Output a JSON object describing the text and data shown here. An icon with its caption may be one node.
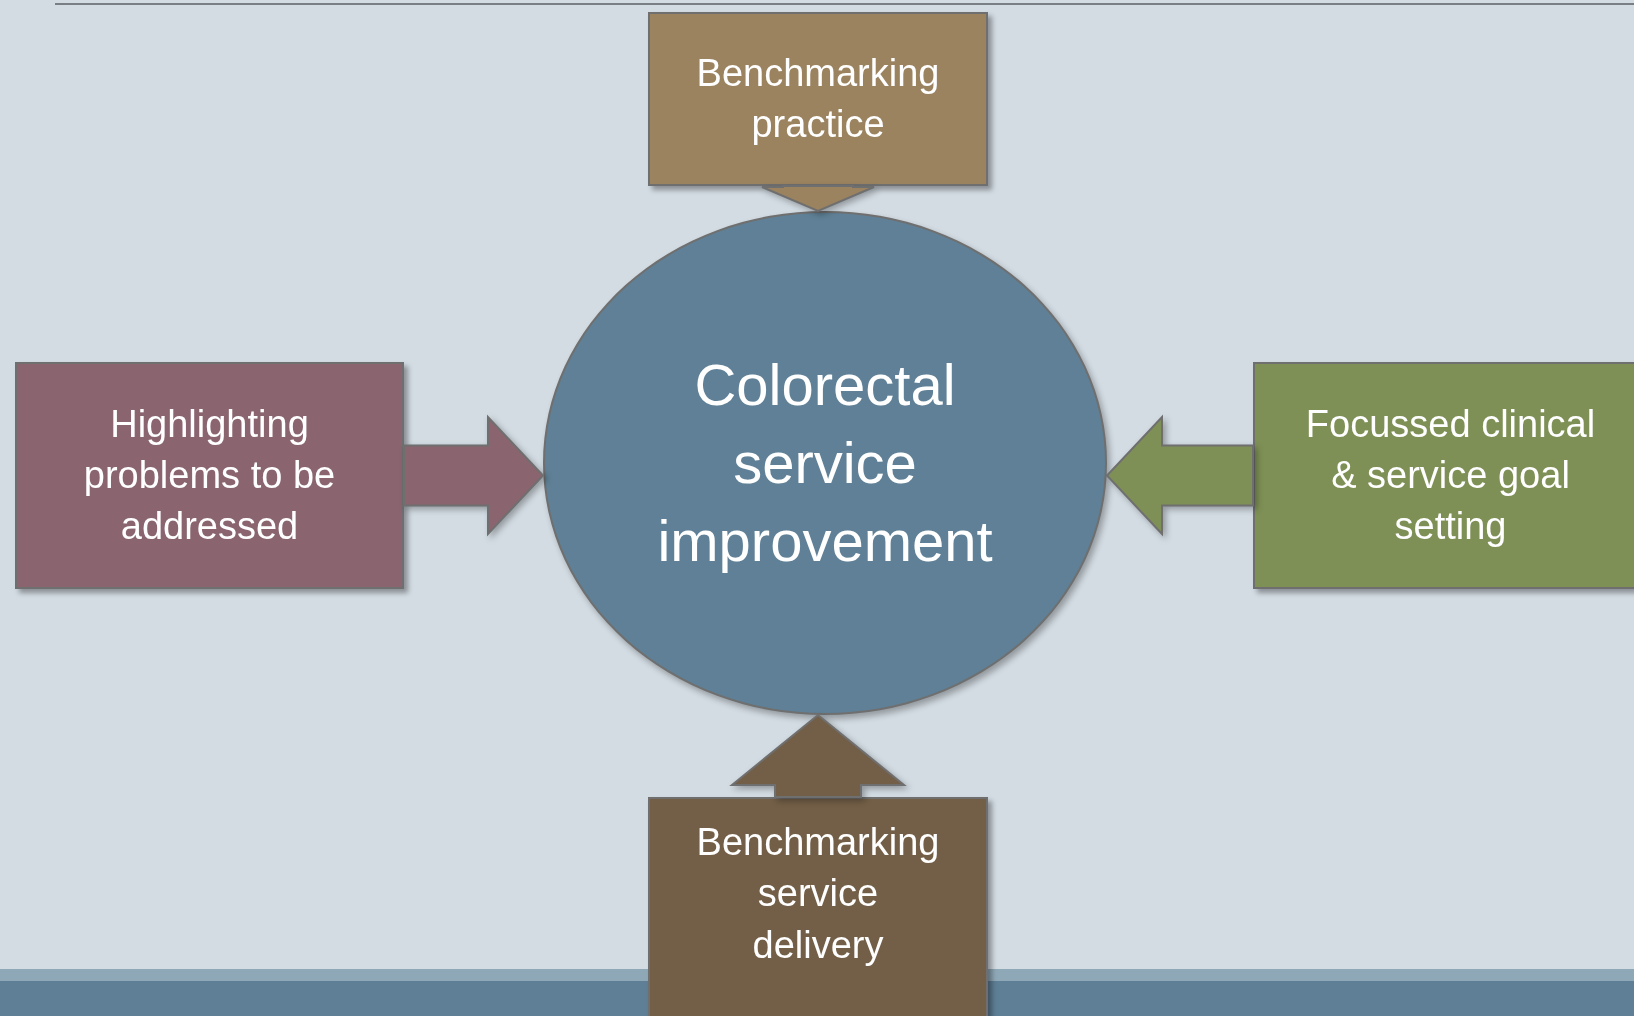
{
  "diagram": {
    "nodes": [
      {
        "text": [
          "Benchmarking practice"
        ]
      },
      {
        "text": [
          "Highlighting problems to be addressed"
        ]
      },
      {
        "text": [
          "Colorectal service improvement"
        ]
      },
      {
        "text": [
          "Focussed clinical & service goal setting"
        ]
      },
      {
        "text": [
          "Benchmarking service delivery"
        ]
      }
    ],
    "edges": [
      {
        "from": 0,
        "to": 2,
        "arrow": "to",
        "style": "thick",
        "color": "#9b8360"
      },
      {
        "from": 1,
        "to": 2,
        "arrow": "to",
        "style": "thick",
        "color": "#8a6570"
      },
      {
        "from": 3,
        "to": 2,
        "arrow": "to",
        "style": "thick",
        "color": "#7e9056"
      },
      {
        "from": 4,
        "to": 2,
        "arrow": "to",
        "style": "thick",
        "color": "#735f47"
      }
    ]
  }
}
